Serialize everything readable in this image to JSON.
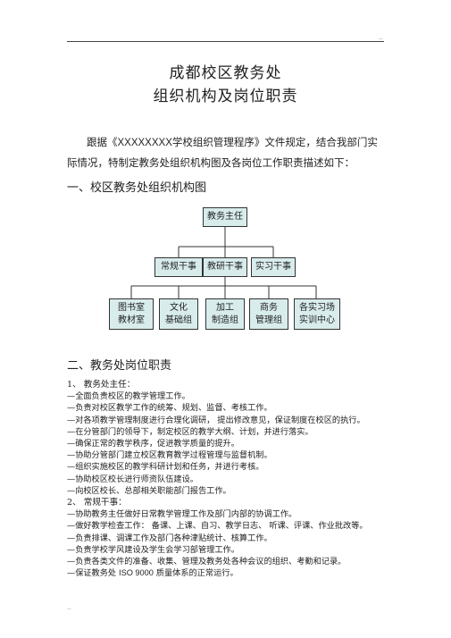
{
  "header": {
    "corner_top": "..",
    "corner_bottom": ".."
  },
  "title": {
    "line1": "成都校区教务处",
    "line2": "组织机构及岗位职责"
  },
  "intro": {
    "before": "跟据《",
    "code": "XXXXXXXX",
    "after": "学校组织管理程序》文件规定，结合我部门实",
    "line2": "际情况，特制定教务处组织机构图及各岗位工作职责描述如下："
  },
  "section1": {
    "heading": "一、校区教务处组织机构图"
  },
  "org_chart": {
    "root": "教务主任",
    "middle": [
      "常规干事",
      "教研干事",
      "实习干事"
    ],
    "leaves": [
      "图书室\n教材室",
      "文化\n基础组",
      "加工\n制造组",
      "商务\n管理组",
      "各实习场\n实训中心"
    ]
  },
  "section2": {
    "heading": "二、教务处岗位职责",
    "roles": [
      {
        "title": "1、  教务处主任：",
        "duties": [
          "—全面负责校区的教学管理工作。",
          "—负责对校区教学工作的统筹、规划、监督、考核工作。",
          "—对各项教学管理制度进行合理化调研，   提出修改意见，保证制度在校区的执行。",
          "—在分管部门的领导下，制定校区的教学大纲、计划，并进行落实。",
          "—确保正常的教学秩序，促进教学质量的提升。",
          "—协助分管部门建立校区教育教学过程管理与监督机制。",
          "—组织实施校区的教学科研计划和任务，并进行考核。",
          "—协助校区校长进行师资队伍建设。",
          "—向校区校长、总部相关职能部门报告工作。"
        ]
      },
      {
        "title": "2、  常规干事：",
        "duties": [
          "—协助教务主任做好日常教学管理工作及部门内部的协调工作。",
          "—做好教学检查工作：  备课、上课、自习、教学日志、  听课、评课、作业批改等。",
          "—负责排课、调课工作及部门各种津贴统计、核算工作。",
          "—负责学校学风建设及学生会学习部管理工作。",
          "—负责各类文件的准备、收集、管理及教务处各种会议的组织、考勤和记录。"
        ],
        "last_before": "—保证教务处  ",
        "last_code": "ISO 9000",
        "last_after": " 质量体系的正常运行。"
      }
    ]
  }
}
